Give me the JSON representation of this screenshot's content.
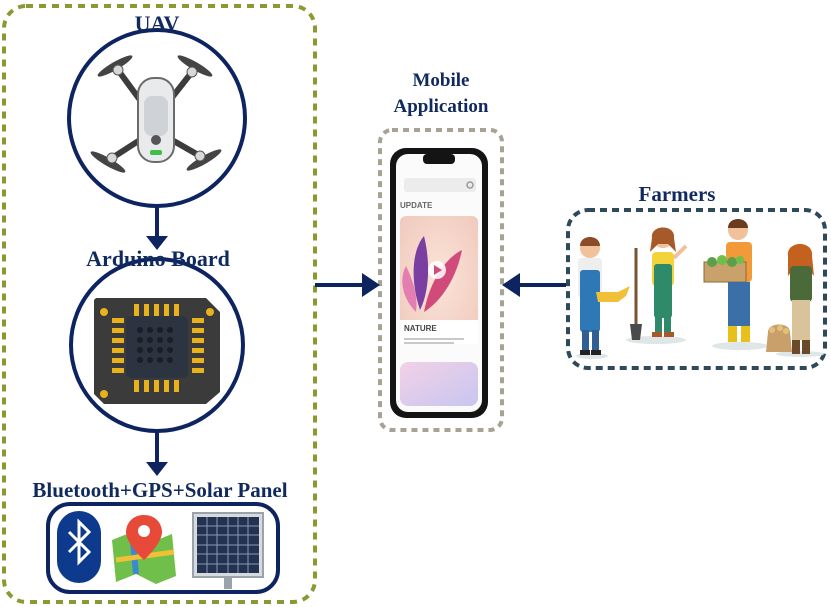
{
  "uav": {
    "title": "UAV"
  },
  "arduino": {
    "title": "Arduino Board"
  },
  "sensors": {
    "title": "Bluetooth+GPS+Solar Panel",
    "icons": [
      "bluetooth-icon",
      "map-pin-icon",
      "solar-panel-icon"
    ]
  },
  "mobile": {
    "title_line1": "Mobile",
    "title_line2": "Application",
    "screen_update": "UPDATE",
    "screen_card_title": "NATURE"
  },
  "farmers": {
    "title": "Farmers"
  },
  "colors": {
    "navy": "#0d2460",
    "olive_dash": "#8a9a32",
    "gray_dash": "#a8a294",
    "slate_dash": "#2e4a5a"
  }
}
